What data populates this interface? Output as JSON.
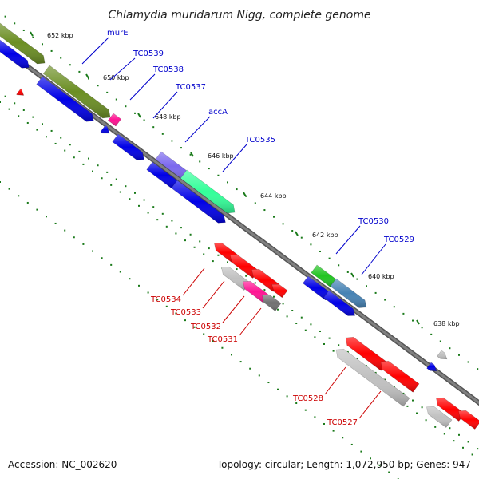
{
  "title": "Chlamydia muridarum Nigg, complete genome",
  "footer": {
    "accession": "Accession: NC_002620",
    "summary": "Topology: circular; Length: 1,072,950 bp; Genes: 947"
  },
  "colors": {
    "forward_label": "#0000cc",
    "reverse_label": "#cc0000",
    "backbone": "#808080",
    "tick": "#1a7a1a"
  },
  "ticks": [
    "652 kbp",
    "650 kbp",
    "648 kbp",
    "646 kbp",
    "644 kbp",
    "642 kbp",
    "640 kbp",
    "638 kbp"
  ],
  "forward_labels": [
    "murE",
    "TC0539",
    "TC0538",
    "TC0537",
    "accA",
    "TC0535",
    "TC0530",
    "TC0529"
  ],
  "reverse_labels": [
    "TC0534",
    "TC0533",
    "TC0532",
    "TC0531",
    "TC0528",
    "TC0527"
  ]
}
